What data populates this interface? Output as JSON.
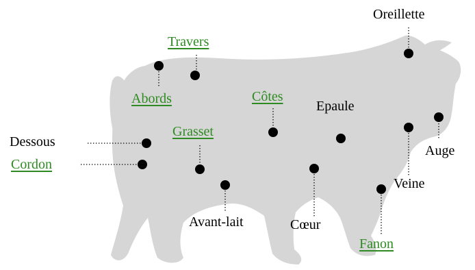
{
  "colors": {
    "link": "#2e8b22",
    "text": "#000000",
    "silhouette": "#d6d6d6"
  },
  "labels": {
    "oreillette": "Oreillette",
    "travers": "Travers",
    "abords": "Abords",
    "cotes": "Côtes",
    "epaule": "Epaule",
    "dessous": "Dessous",
    "cordon": "Cordon",
    "grasset": "Grasset",
    "auge": "Auge",
    "veine": "Veine",
    "avant_lait": "Avant-lait",
    "coeur": "Cœur",
    "fanon": "Fanon"
  }
}
